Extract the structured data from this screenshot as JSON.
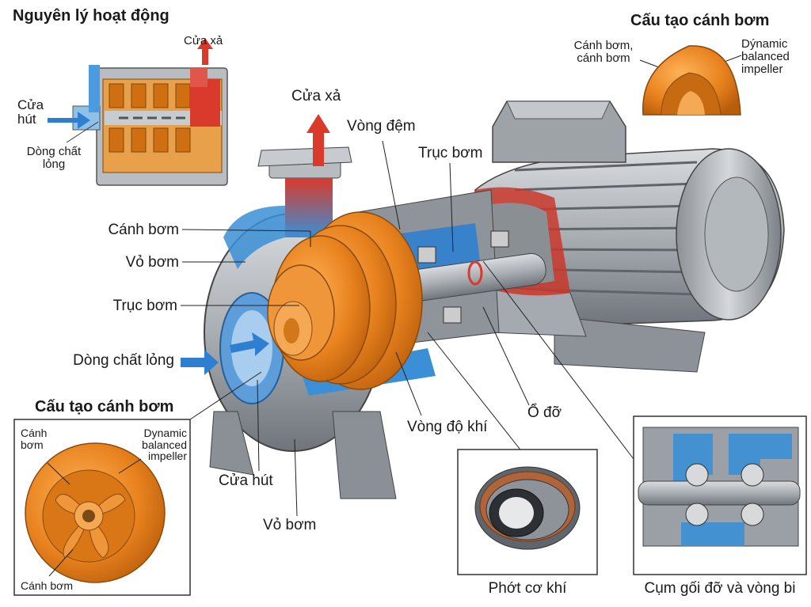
{
  "titles": {
    "working_principle": "Nguyên lý hoạt động",
    "impeller_structure_top": "Cấu tạo cánh bơm",
    "impeller_structure_bottom": "Cấu tạo cánh bơm"
  },
  "principle_labels": {
    "outlet": "Cửa xả",
    "inlet": "Cửa hút",
    "fluid_flow": "Dòng chất lỏng"
  },
  "main_labels": {
    "outlet": "Cửa xả",
    "gasket_ring": "Vòng đệm",
    "shaft_top": "Trục bơm",
    "impeller": "Cánh bơm",
    "casing_left": "Vỏ bơm",
    "shaft_left": "Trục bơm",
    "fluid_flow": "Dòng chất lỏng",
    "inlet": "Cửa hút",
    "casing_bottom": "Vỏ bơm",
    "air_seal_ring": "Vòng độ khí",
    "bearing": "Ổ đỡ"
  },
  "impeller_top_labels": {
    "blade": "Cánh bơm, cánh bơm",
    "dynamic": "Dýnamic balanced impeller"
  },
  "impeller_bottom_labels": {
    "blade_top": "Cánh bơm",
    "dynamic": "Dynamic balanced impeller",
    "blade_bottom": "Cánh bơm"
  },
  "insets": {
    "mechanical_seal": "Phớt cơ khí",
    "bearing_assembly": "Cụm gối đỡ và vòng bi"
  },
  "colors": {
    "impeller_orange": "#e8821e",
    "water_blue": "#3a8fd6",
    "flow_red": "#d93a2b",
    "metal_gray": "#9aa0a6"
  }
}
